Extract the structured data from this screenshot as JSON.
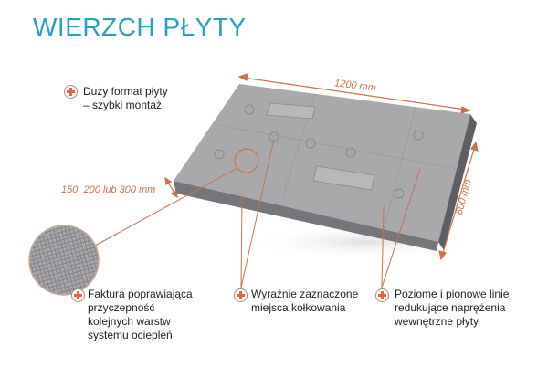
{
  "title": "WIERZCH PŁYTY",
  "colors": {
    "title": "#2a9dc4",
    "accent": "#e8643a",
    "leader": "#c8734f",
    "board_top": "#a9a9ab",
    "board_side": "#6e6e70"
  },
  "dimensions": {
    "length": "1200 mm",
    "width": "600 mm",
    "thickness": "150, 200 lub 300 mm"
  },
  "callouts": [
    {
      "icon": "plus-icon",
      "lines": [
        "Duży format płyty",
        "– szybki montaż"
      ]
    },
    {
      "icon": "plus-icon",
      "lines": [
        "Faktura poprawiająca",
        "przyczepność",
        "kolejnych warstw",
        "systemu ociepleń"
      ]
    },
    {
      "icon": "plus-icon",
      "lines": [
        "Wyraźnie zaznaczone",
        "miejsca kołkowania"
      ]
    },
    {
      "icon": "plus-icon",
      "lines": [
        "Poziome i pionowe linie",
        "redukujące naprężenia",
        "wewnętrzne płyty"
      ]
    }
  ]
}
